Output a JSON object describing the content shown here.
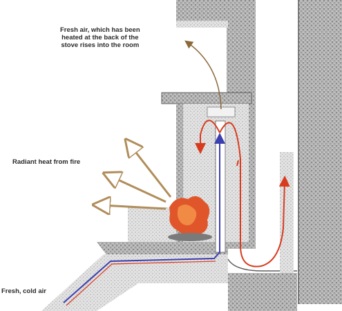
{
  "labels": {
    "heated_air_line1": "Fresh air, which has been",
    "heated_air_line2": "heated at the back of the",
    "heated_air_line3": "stove rises into the room",
    "radiant_heat": "Radiant heat from fire",
    "cold_air": "Fresh, cold air"
  },
  "colors": {
    "stone": "#9a9a9a",
    "stone_dark": "#5e5e5e",
    "cavity": "#d9d9d9",
    "hot_air": "#d83a1e",
    "cold_air": "#3b3fb0",
    "fire": "#e0562a",
    "radiant_arrow": "#b08d5a",
    "leader": "#8a6a3a"
  }
}
